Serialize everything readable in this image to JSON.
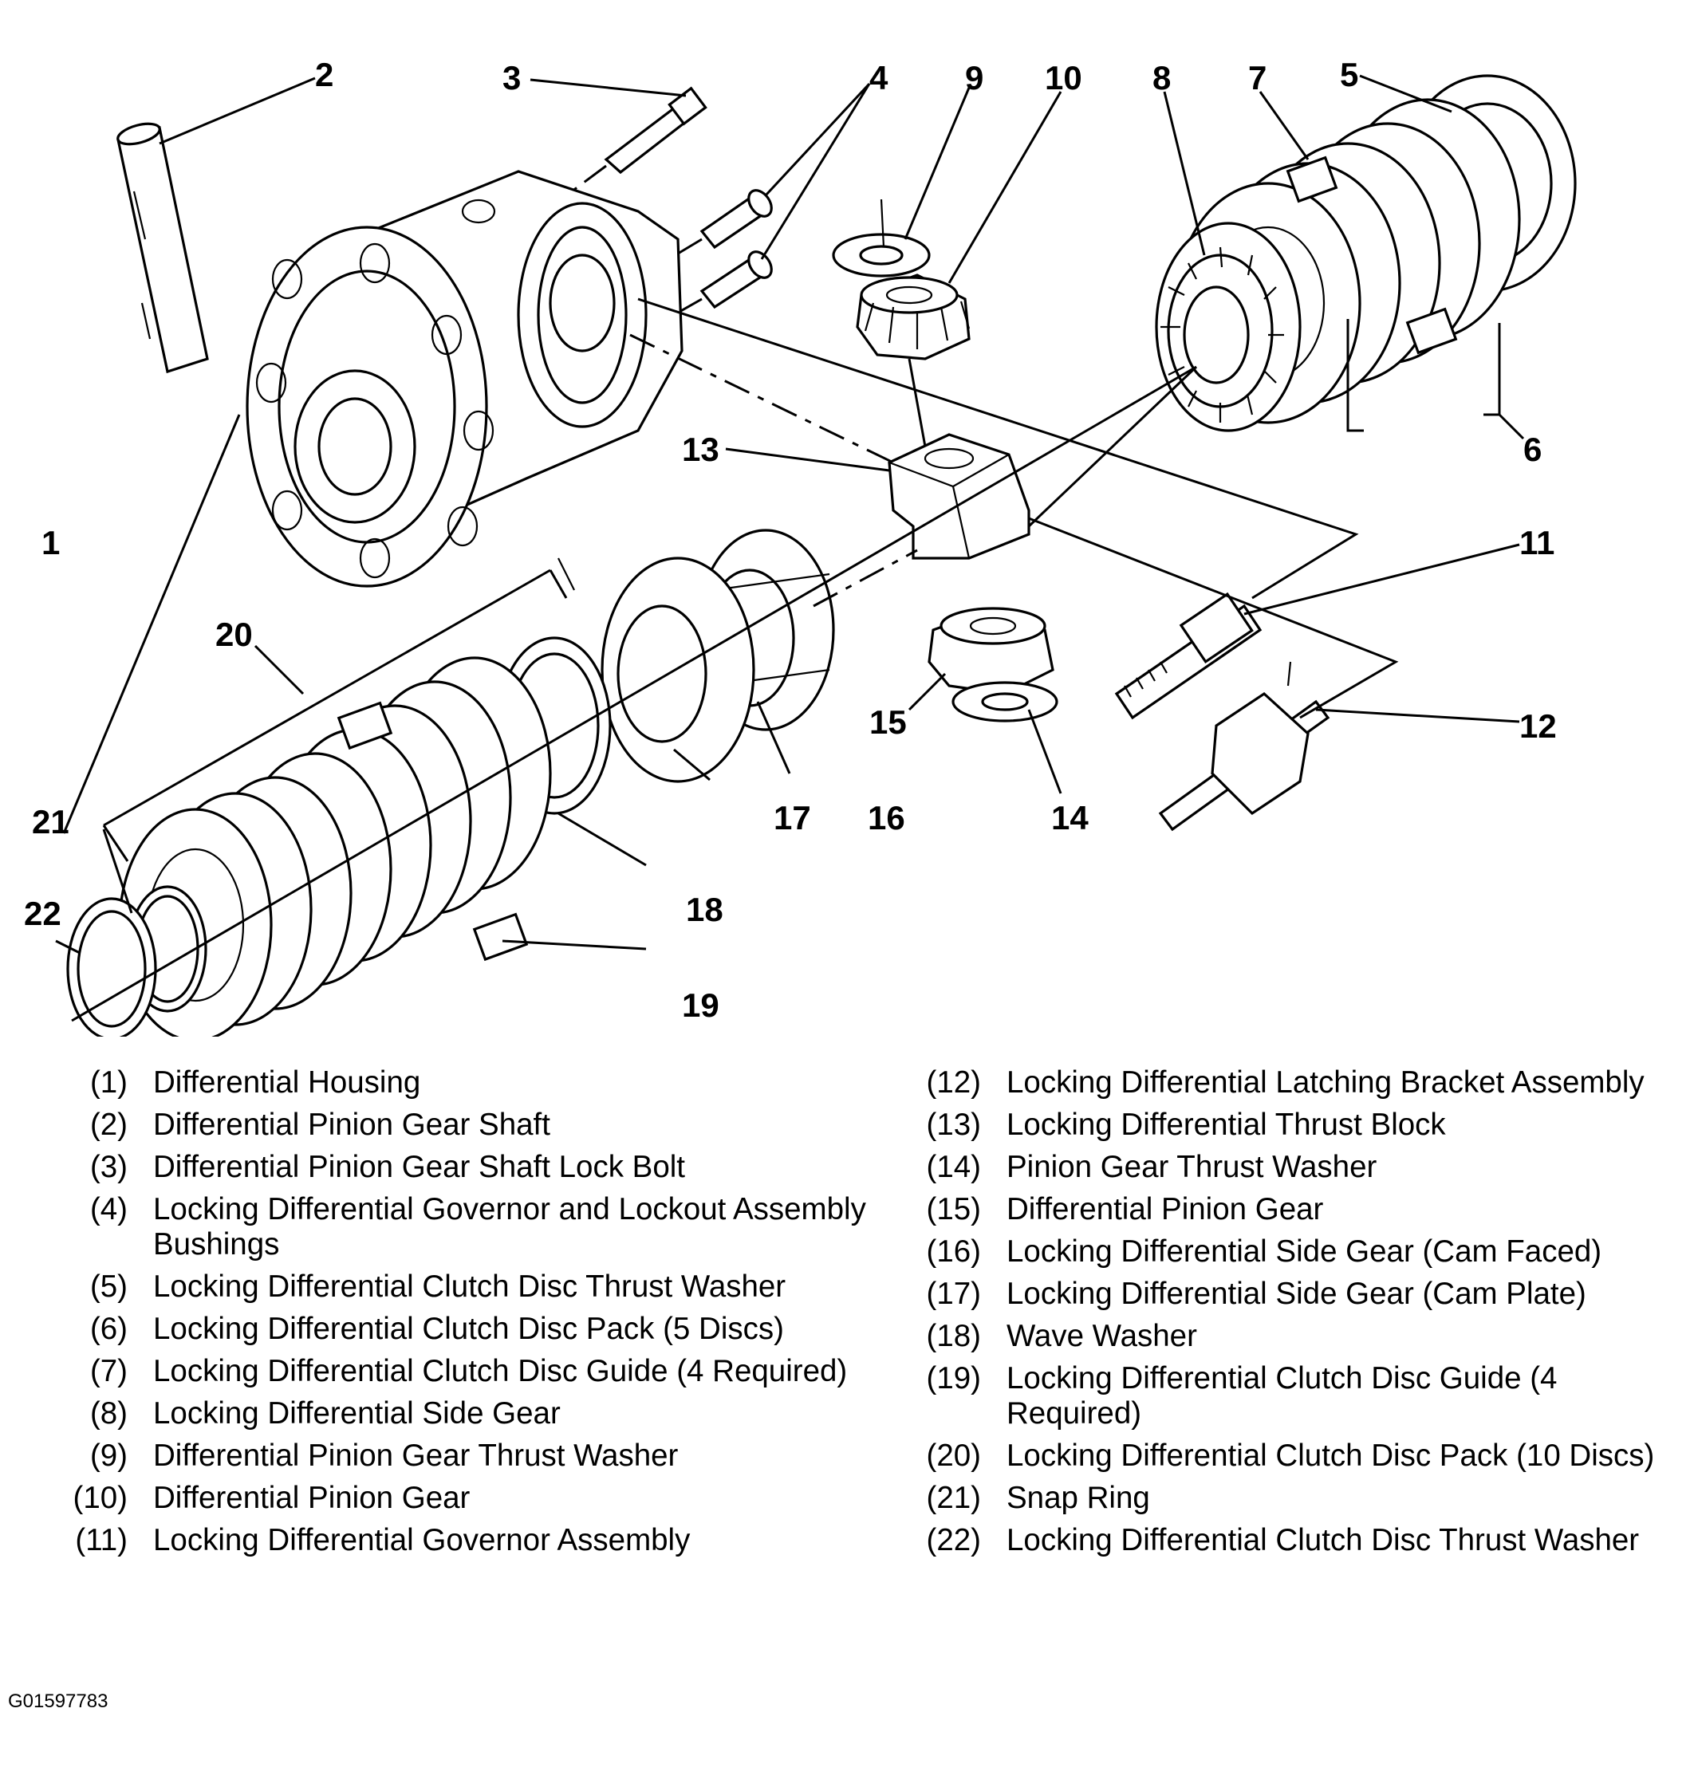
{
  "callouts": [
    "1",
    "2",
    "3",
    "4",
    "5",
    "6",
    "7",
    "8",
    "9",
    "10",
    "11",
    "12",
    "13",
    "14",
    "15",
    "16",
    "17",
    "18",
    "19",
    "20",
    "21",
    "22"
  ],
  "legend_left": [
    {
      "num": "(1)",
      "label": "Differential Housing"
    },
    {
      "num": "(2)",
      "label": "Differential Pinion Gear Shaft"
    },
    {
      "num": "(3)",
      "label": "Differential Pinion Gear Shaft Lock Bolt"
    },
    {
      "num": "(4)",
      "label": "Locking Differential Governor and Lockout Assembly Bushings"
    },
    {
      "num": "(5)",
      "label": "Locking Differential Clutch Disc Thrust Washer"
    },
    {
      "num": "(6)",
      "label": "Locking Differential Clutch Disc Pack (5 Discs)"
    },
    {
      "num": "(7)",
      "label": "Locking Differential Clutch Disc Guide (4 Required)"
    },
    {
      "num": "(8)",
      "label": "Locking Differential Side Gear"
    },
    {
      "num": "(9)",
      "label": "Differential Pinion Gear Thrust Washer"
    },
    {
      "num": "(10)",
      "label": "Differential Pinion Gear"
    },
    {
      "num": "(11)",
      "label": "Locking Differential Governor Assembly"
    }
  ],
  "legend_right": [
    {
      "num": "(12)",
      "label": "Locking Differential Latching Bracket Assembly"
    },
    {
      "num": "(13)",
      "label": "Locking Differential Thrust Block"
    },
    {
      "num": "(14)",
      "label": "Pinion Gear Thrust Washer"
    },
    {
      "num": "(15)",
      "label": "Differential Pinion Gear"
    },
    {
      "num": "(16)",
      "label": "Locking Differential Side Gear (Cam Faced)"
    },
    {
      "num": "(17)",
      "label": "Locking Differential Side Gear (Cam Plate)"
    },
    {
      "num": "(18)",
      "label": "Wave Washer"
    },
    {
      "num": "(19)",
      "label": "Locking Differential Clutch Disc Guide (4 Required)"
    },
    {
      "num": "(20)",
      "label": "Locking Differential Clutch Disc Pack (10 Discs)"
    },
    {
      "num": "(21)",
      "label": "Snap Ring"
    },
    {
      "num": "(22)",
      "label": "Locking Differential Clutch Disc Thrust Washer"
    }
  ],
  "figure_id": "G01597783"
}
